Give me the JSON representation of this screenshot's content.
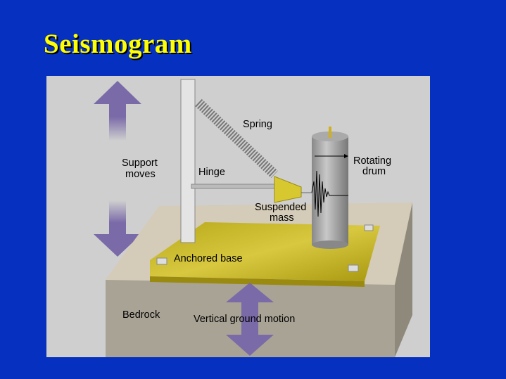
{
  "slide": {
    "title": "Seismogram"
  },
  "diagram": {
    "labels": {
      "spring": "Spring",
      "rotating_drum_1": "Rotating",
      "rotating_drum_2": "drum",
      "support_moves_1": "Support",
      "support_moves_2": "moves",
      "hinge": "Hinge",
      "suspended_mass_1": "Suspended",
      "suspended_mass_2": "mass",
      "anchored_base": "Anchored base",
      "bedrock": "Bedrock",
      "vertical_ground_motion": "Vertical ground motion"
    },
    "colors": {
      "background": "#0530c0",
      "title": "#ffff00",
      "arrow": "#7a6aa8",
      "base": "#c8b820"
    }
  }
}
